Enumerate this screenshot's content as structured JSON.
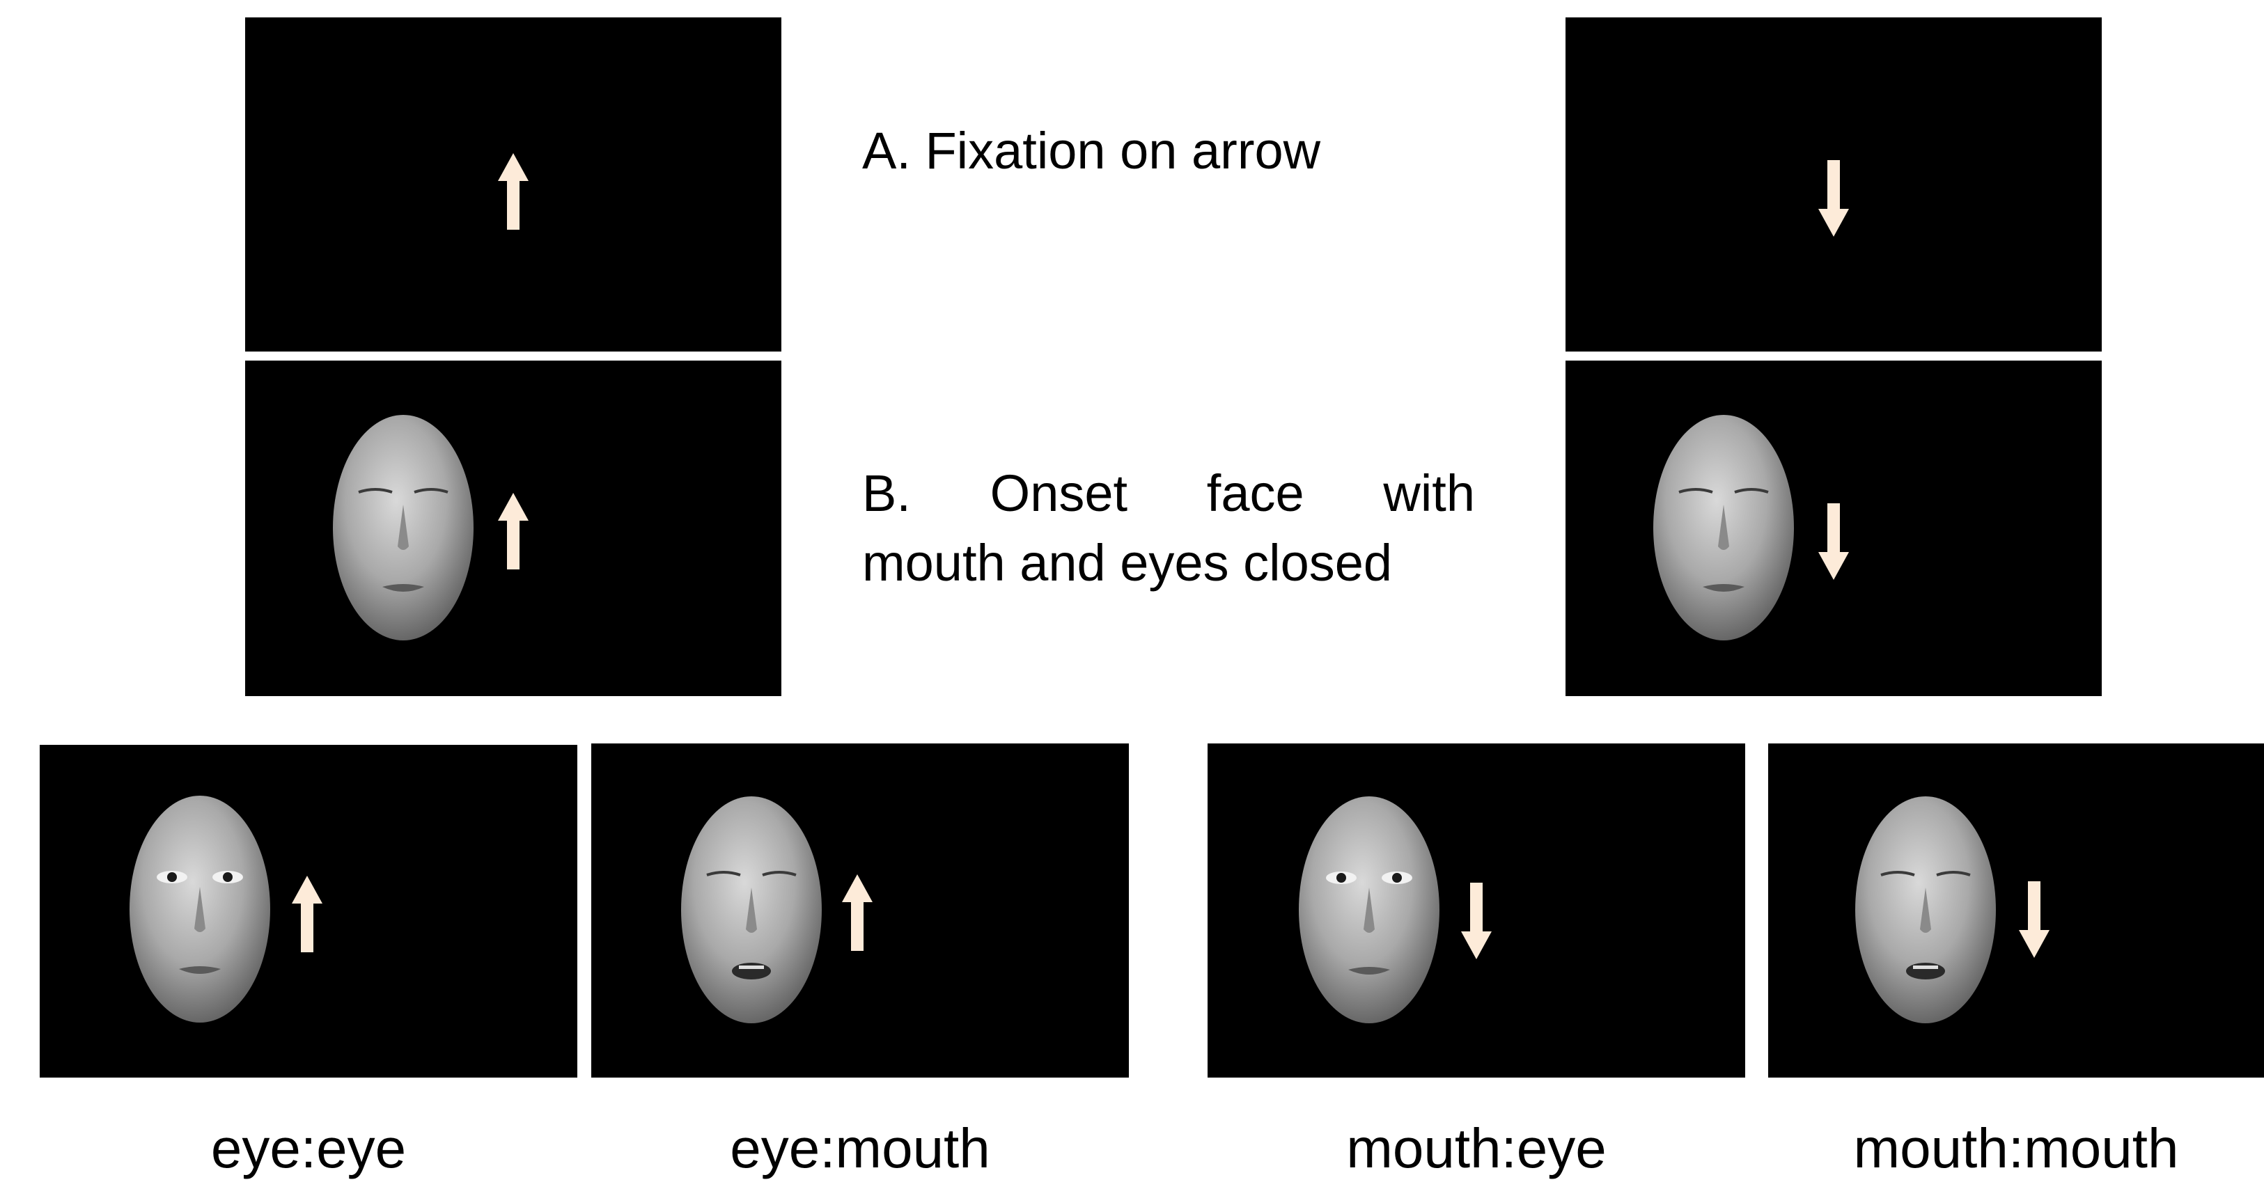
{
  "captions": {
    "a": "A. Fixation on arrow",
    "b_line1_words": [
      "B.",
      "Onset",
      "face",
      "with"
    ],
    "b_line2": "mouth and eyes closed"
  },
  "conditions": [
    {
      "label": "eye:eye",
      "eyes": "open",
      "mouth": "closed",
      "arrow": "up"
    },
    {
      "label": "eye:mouth",
      "eyes": "closed",
      "mouth": "open",
      "arrow": "up"
    },
    {
      "label": "mouth:eye",
      "eyes": "open",
      "mouth": "closed",
      "arrow": "down"
    },
    {
      "label": "mouth:mouth",
      "eyes": "closed",
      "mouth": "open",
      "arrow": "down"
    }
  ],
  "colors": {
    "panel": "#000000",
    "arrow": "#fdebd9",
    "page": "#ffffff"
  }
}
